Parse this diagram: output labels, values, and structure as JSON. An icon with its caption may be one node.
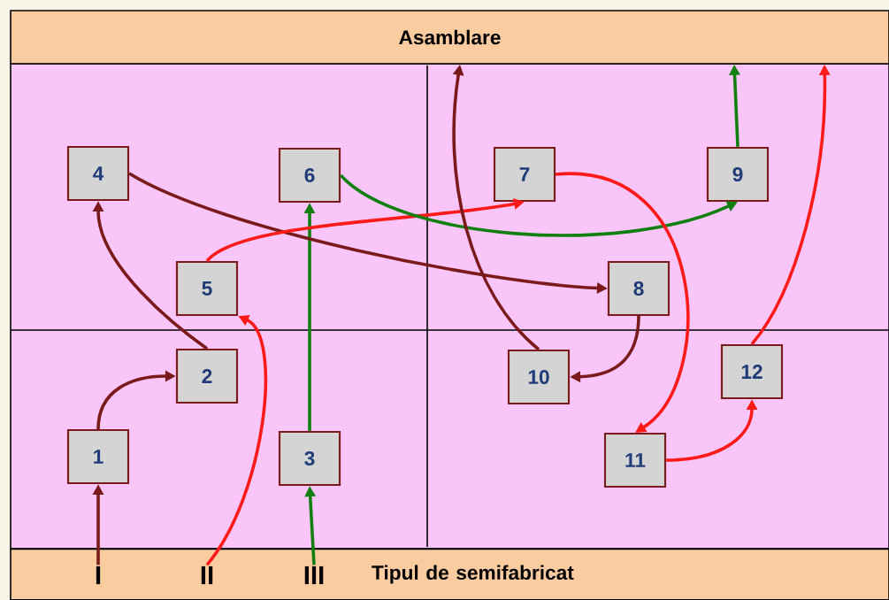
{
  "diagram": {
    "nodes": [
      {
        "text": [
          "Asamblare"
        ]
      },
      {
        "text": [
          "Tipul de semifabricat"
        ]
      },
      {
        "text": [
          "I"
        ],
        "in": 1
      },
      {
        "text": [
          "II"
        ],
        "in": 1
      },
      {
        "text": [
          "III"
        ],
        "in": 1
      },
      {
        "text": [
          "1"
        ]
      },
      {
        "text": [
          "2"
        ]
      },
      {
        "text": [
          "3"
        ]
      },
      {
        "text": [
          "4"
        ]
      },
      {
        "text": [
          "5"
        ]
      },
      {
        "text": [
          "6"
        ]
      },
      {
        "text": [
          "7"
        ]
      },
      {
        "text": [
          "8"
        ]
      },
      {
        "text": [
          "9"
        ]
      },
      {
        "text": [
          "10"
        ]
      },
      {
        "text": [
          "11"
        ]
      },
      {
        "text": [
          "12"
        ]
      }
    ],
    "edges": [
      {
        "from": 2,
        "to": 5,
        "arrow": "to",
        "color": "#7a1a1a"
      },
      {
        "from": 3,
        "to": 9,
        "arrow": "to",
        "color": "#ff1a1a"
      },
      {
        "from": 4,
        "to": 7,
        "arrow": "to",
        "color": "#118011"
      },
      {
        "from": 5,
        "to": 6,
        "arrow": "to",
        "color": "#7a1a1a"
      },
      {
        "from": 6,
        "to": 8,
        "arrow": "to",
        "color": "#7a1a1a"
      },
      {
        "from": 7,
        "to": 10,
        "arrow": "to",
        "color": "#118011"
      },
      {
        "from": 8,
        "to": 12,
        "arrow": "to",
        "color": "#7a1a1a"
      },
      {
        "from": 9,
        "to": 11,
        "arrow": "to",
        "color": "#ff1a1a"
      },
      {
        "from": 10,
        "to": 13,
        "arrow": "to",
        "color": "#118011"
      },
      {
        "from": 11,
        "to": 15,
        "arrow": "to",
        "color": "#ff1a1a"
      },
      {
        "from": 12,
        "to": 14,
        "arrow": "to",
        "color": "#7a1a1a"
      },
      {
        "from": 14,
        "to": 0,
        "arrow": "to",
        "color": "#7a1a1a"
      },
      {
        "from": 13,
        "to": 0,
        "arrow": "to",
        "color": "#118011"
      },
      {
        "from": 15,
        "to": 16,
        "arrow": "to",
        "color": "#ff1a1a"
      },
      {
        "from": 16,
        "to": 0,
        "arrow": "to",
        "color": "#ff1a1a"
      }
    ]
  }
}
